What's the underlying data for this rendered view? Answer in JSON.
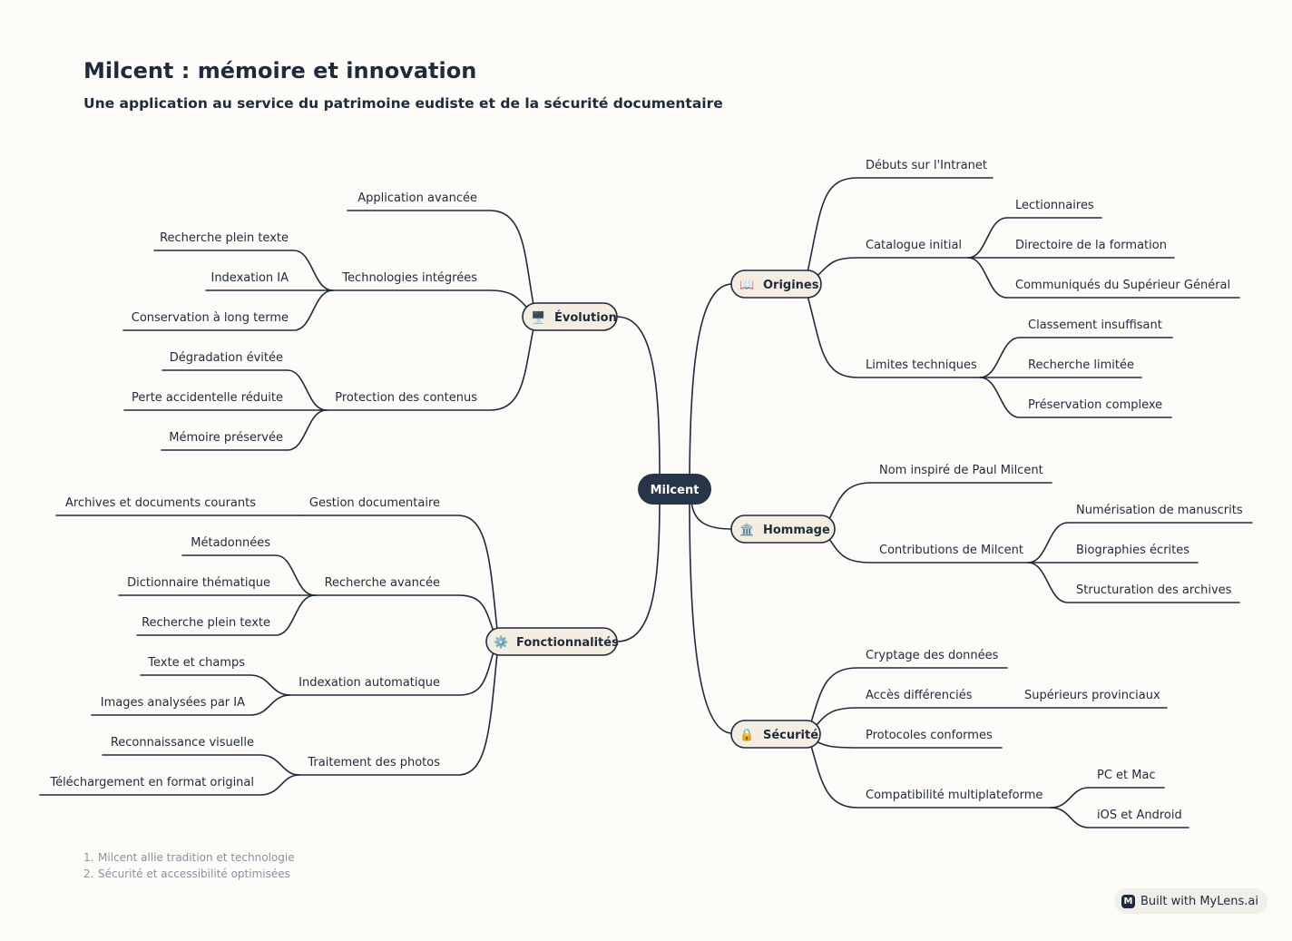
{
  "title": "Milcent : mémoire et innovation",
  "subtitle": "Une application au service du patrimoine eudiste et de la sécurité documentaire",
  "root": {
    "label": "Milcent"
  },
  "colors": {
    "line": "#1f2a3c",
    "pill_fill": "#f4ede2",
    "root_fill": "#273548",
    "background": "#fdfbf7"
  },
  "branches": {
    "origines": {
      "label": "Origines",
      "icon": "📖",
      "icon_name": "book-icon",
      "children": {
        "debuts": {
          "label": "Débuts sur l'Intranet"
        },
        "catalogue": {
          "label": "Catalogue initial",
          "children": [
            "Lectionnaires",
            "Directoire de la formation",
            "Communiqués du Supérieur Général"
          ]
        },
        "limites": {
          "label": "Limites techniques",
          "children": [
            "Classement insuffisant",
            "Recherche limitée",
            "Préservation complexe"
          ]
        }
      }
    },
    "hommage": {
      "label": "Hommage",
      "icon": "🏛️",
      "icon_name": "classical-building-icon",
      "children": {
        "nom": {
          "label": "Nom inspiré de Paul Milcent"
        },
        "contributions": {
          "label": "Contributions de Milcent",
          "children": [
            "Numérisation de manuscrits",
            "Biographies écrites",
            "Structuration des archives"
          ]
        }
      }
    },
    "securite": {
      "label": "Sécurité",
      "icon": "🔒",
      "icon_name": "lock-icon",
      "children": {
        "cryptage": {
          "label": "Cryptage des données"
        },
        "acces": {
          "label": "Accès différenciés",
          "children": [
            "Supérieurs provinciaux"
          ]
        },
        "protocoles": {
          "label": "Protocoles conformes"
        },
        "compat": {
          "label": "Compatibilité multiplateforme",
          "children": [
            "PC et Mac",
            "iOS et Android"
          ]
        }
      }
    },
    "evolution": {
      "label": "Évolution",
      "icon": "🖥️",
      "icon_name": "desktop-computer-icon",
      "children": {
        "app": {
          "label": "Application avancée"
        },
        "techno": {
          "label": "Technologies intégrées",
          "children": [
            "Recherche plein texte",
            "Indexation IA",
            "Conservation à long terme"
          ]
        },
        "protection": {
          "label": "Protection des contenus",
          "children": [
            "Dégradation évitée",
            "Perte accidentelle réduite",
            "Mémoire préservée"
          ]
        }
      }
    },
    "fonctionnalites": {
      "label": "Fonctionnalités",
      "icon": "⚙️",
      "icon_name": "gear-icon",
      "children": {
        "gestion": {
          "label": "Gestion documentaire",
          "children": [
            "Archives et documents courants"
          ]
        },
        "recherche": {
          "label": "Recherche avancée",
          "children": [
            "Métadonnées",
            "Dictionnaire thématique",
            "Recherche plein texte"
          ]
        },
        "indexation": {
          "label": "Indexation automatique",
          "children": [
            "Texte et champs",
            "Images analysées par IA"
          ]
        },
        "photos": {
          "label": "Traitement des photos",
          "children": [
            "Reconnaissance visuelle",
            "Téléchargement en format original"
          ]
        }
      }
    }
  },
  "notes": [
    {
      "num": "1.",
      "text": "Milcent allie tradition et technologie"
    },
    {
      "num": "2.",
      "text": "Sécurité et accessibilité optimisées"
    }
  ],
  "badge": {
    "text": "Built with MyLens.ai"
  }
}
